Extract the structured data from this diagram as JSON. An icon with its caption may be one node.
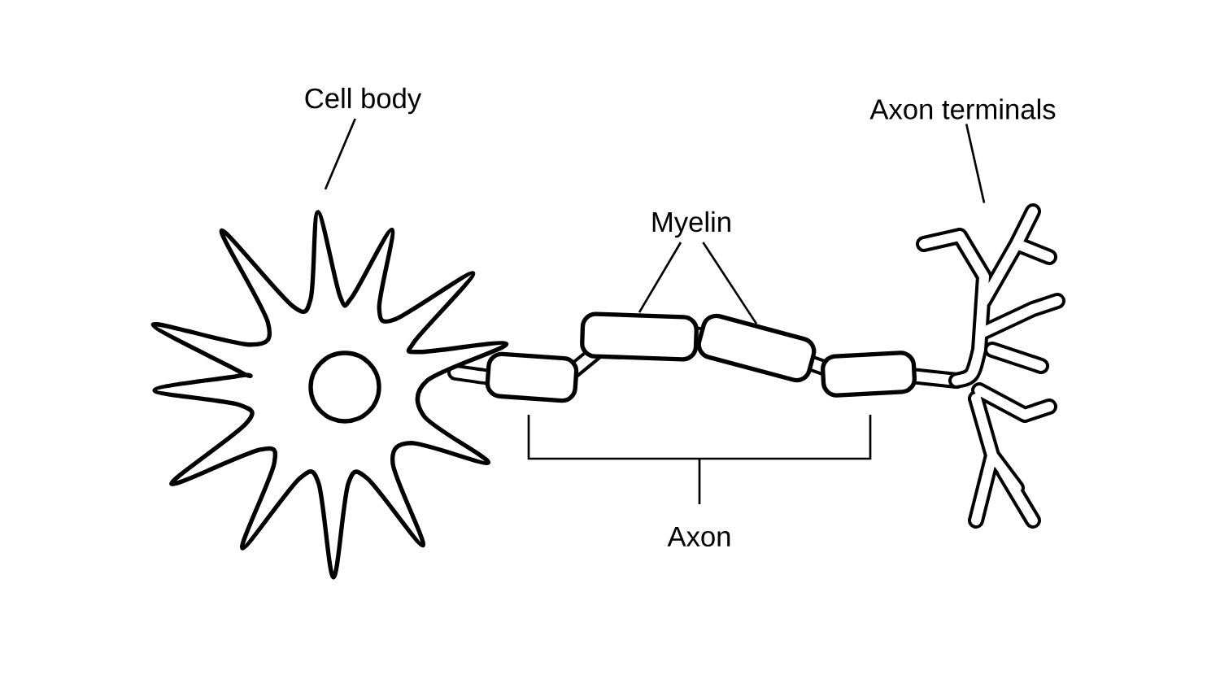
{
  "diagram": {
    "nodes": [
      {
        "text": [
          "Cell body"
        ]
      },
      {
        "text": [],
        "shape": "picture"
      },
      {
        "text": [
          "Myelin"
        ]
      },
      {
        "text": [],
        "shape": "box"
      },
      {
        "text": [],
        "shape": "box"
      },
      {
        "text": [
          "Axon terminals"
        ]
      },
      {
        "text": [],
        "shape": "picture"
      }
    ],
    "edges": [
      {
        "from": 0,
        "to": 1,
        "arrow": "none"
      },
      {
        "from": 2,
        "to": 3,
        "arrow": "none"
      },
      {
        "from": 2,
        "to": 4,
        "arrow": "none"
      },
      {
        "from": 5,
        "to": 6,
        "arrow": "none"
      }
    ],
    "labels": [
      "Axon"
    ]
  }
}
